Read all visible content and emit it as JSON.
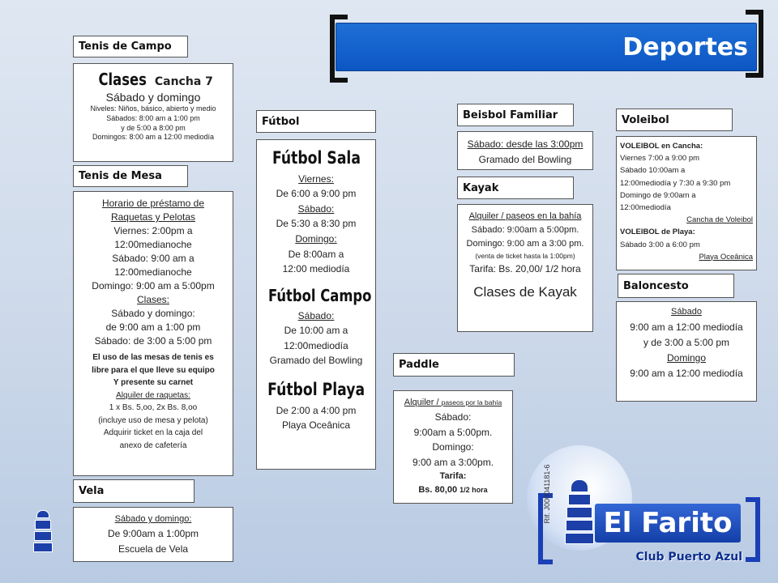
{
  "title": "Deportes",
  "tenis_campo": {
    "header": "Tenis de Campo",
    "clases": "Clases",
    "cancha": "Cancha 7",
    "dias": "Sábado y domingo",
    "niveles": "Niveles: Niños, básico, abierto y medio",
    "sabados": "Sábados: 8:00 am a 1:00 pm",
    "y_tarde": "y de 5:00 a 8:00 pm",
    "domingos": "Domingos: 8:00 am a 12:00 mediodía"
  },
  "tenis_mesa": {
    "header": "Tenis de Mesa",
    "horario1": "Horario de préstamo de",
    "horario2": "Raquetas y Pelotas",
    "viernes1": "Viernes: 2:00pm a",
    "viernes2": "12:00medianoche",
    "sabado1": "Sábado: 9:00 am a",
    "sabado2": "12:00medianoche",
    "domingo": "Domingo: 9:00 am a 5:00pm",
    "clases": "Clases:",
    "clases_dias": "Sábado y domingo:",
    "clases_h1": "de 9:00 am a 1:00 pm",
    "clases_h2": "Sábado: de 3:00 a 5:00 pm",
    "uso1": "El uso de las mesas de tenis es",
    "uso2": "libre para el que lleve su equipo",
    "uso3": "Y presente su carnet",
    "alquiler": "Alquiler de raquetas:",
    "precio": "1 x Bs. 5,oo, 2x Bs. 8,oo",
    "incluye": "(incluye uso de mesa y pelota)",
    "adquirir1": "Adquirir ticket en la caja del",
    "adquirir2": "anexo de cafetería"
  },
  "vela": {
    "header": "Vela",
    "dias": "Sábado y domingo:",
    "horario": "De 9:00am a 1:00pm",
    "escuela": "Escuela de Vela"
  },
  "futbol": {
    "header": "Fútbol",
    "sala": "Fútbol Sala",
    "viernes": "Viernes:",
    "viernes_h": "De 6:00 a 9:00 pm",
    "sabado": "Sábado:",
    "sabado_h": "De 5:30 a 8:30 pm",
    "domingo": "Domingo:",
    "domingo_h1": "De 8:00am a",
    "domingo_h2": "12:00 mediodía",
    "campo": "Fútbol Campo",
    "campo_sabado": "Sábado:",
    "campo_h1": "De 10:00 am a",
    "campo_h2": "12:00mediodía",
    "campo_lugar": "Gramado del Bowling",
    "playa": "Fútbol Playa",
    "playa_h": "De 2:00 a 4:00 pm",
    "playa_lugar": "Playa Oceânica"
  },
  "beisbol": {
    "header": "Beisbol Familiar",
    "sabado": "Sábado: desde las 3:00pm",
    "lugar": "Gramado del Bowling"
  },
  "kayak": {
    "header": "Kayak",
    "alquiler": "Alquiler / paseos en la bahía",
    "sabado": "Sábado: 9:00am a 5:00pm.",
    "domingo": "Domingo: 9:00 am a 3:00 pm.",
    "venta": "(venta de ticket hasta la 1:00pm)",
    "tarifa": "Tarifa: Bs. 20,00/ 1/2 hora",
    "clases": "Clases de Kayak"
  },
  "paddle": {
    "header": "Paddle",
    "alquiler_a": "Alquiler /",
    "alquiler_b": "paseos por la bahía",
    "sabado": "Sábado:",
    "sabado_h": "9:00am a 5:00pm.",
    "domingo": "Domingo:",
    "domingo_h": "9:00 am a 3:00pm.",
    "tarifa": "Tarifa:",
    "precio": "Bs. 80,00",
    "precio_b": "1/2 hora"
  },
  "voleibol": {
    "header": "Voleibol",
    "cancha_t": "VOLEIBOL en Cancha:",
    "l1": "Viernes 7:00 a 9:00 pm",
    "l2": "Sábado 10:00am a",
    "l3": "12:00mediodía y 7:30 a 9:30 pm",
    "l4": "Domingo de 9:00am a",
    "l5": "12:00mediodía",
    "cancha_link": "Cancha de Voleibol",
    "playa_t": "VOLEIBOL de Playa:",
    "playa_h": "Sábado 3:00 a 6:00 pm",
    "playa_link": "Playa Oceânica"
  },
  "baloncesto": {
    "header": "Baloncesto",
    "sabado": "Sábado",
    "h1": "9:00 am a 12:00 mediodía",
    "h2": "y de 3:00 a 5:00 pm",
    "domingo": "Domingo",
    "h3": "9:00 am a 12:00 mediodía"
  },
  "club": {
    "rif": "Rif. J000041181-6",
    "name": "El Farito",
    "subtitle": "Club Puerto Azul"
  },
  "colors": {
    "banner": "#0c56c4",
    "logo_blue": "#1d3fa8"
  }
}
